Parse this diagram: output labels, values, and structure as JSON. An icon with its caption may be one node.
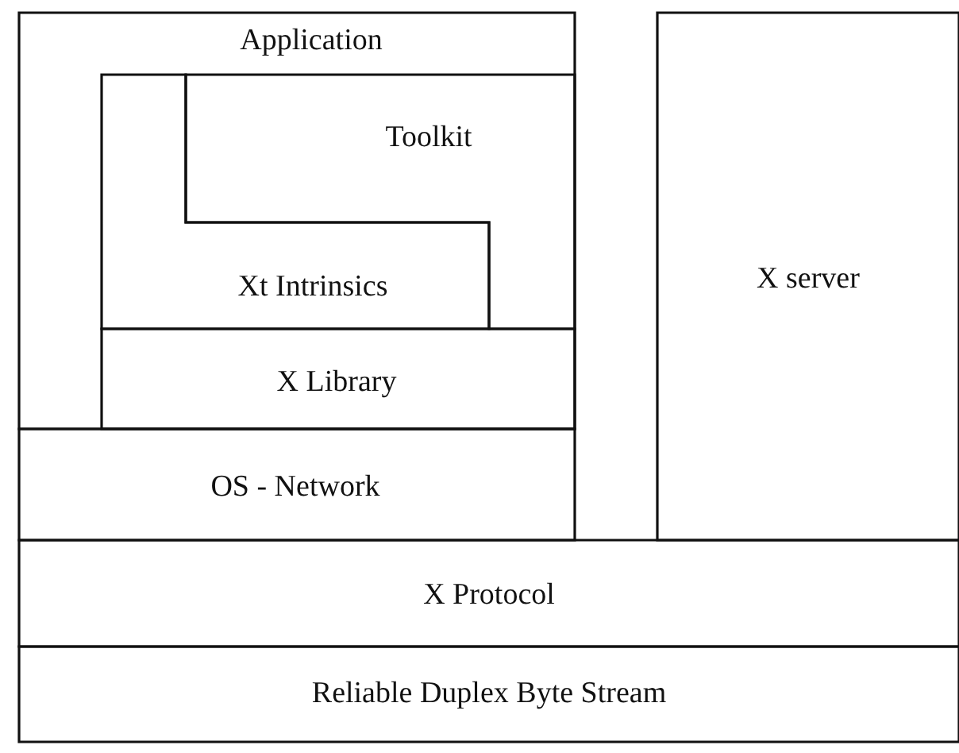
{
  "diagram": {
    "nodes": [
      {
        "text": [
          "Application"
        ]
      },
      {
        "text": [
          "Toolkit"
        ],
        "in": 0
      },
      {
        "text": [
          "Xt Intrinsics"
        ],
        "in": 0
      },
      {
        "text": [
          "X Library"
        ],
        "in": 0
      },
      {
        "text": [
          "OS - Network"
        ]
      },
      {
        "text": [
          "X server"
        ]
      },
      {
        "text": [
          "X Protocol"
        ]
      },
      {
        "text": [
          "Reliable Duplex Byte Stream"
        ]
      }
    ],
    "edges": []
  }
}
